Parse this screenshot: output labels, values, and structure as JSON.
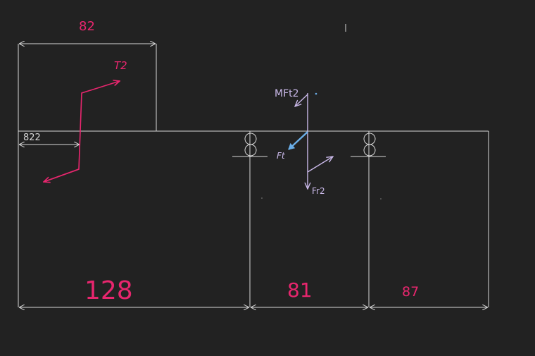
{
  "colors": {
    "background": "#222222",
    "structure": "#d8d8d8",
    "annotation": "#e8266e",
    "force_lavender": "#c9b8e8",
    "force_blue": "#6aaee8"
  },
  "labels": {
    "top_dimension": "82",
    "torque": "T2",
    "small_dimension": "822",
    "force_tangential": "MFt2",
    "force_ft": "Ft",
    "force_radial": "Fr2",
    "dim_left": "128",
    "dim_middle": "81",
    "dim_right": "87"
  },
  "icons": {
    "bearing_left": "bearing-icon",
    "bearing_right": "bearing-icon"
  }
}
